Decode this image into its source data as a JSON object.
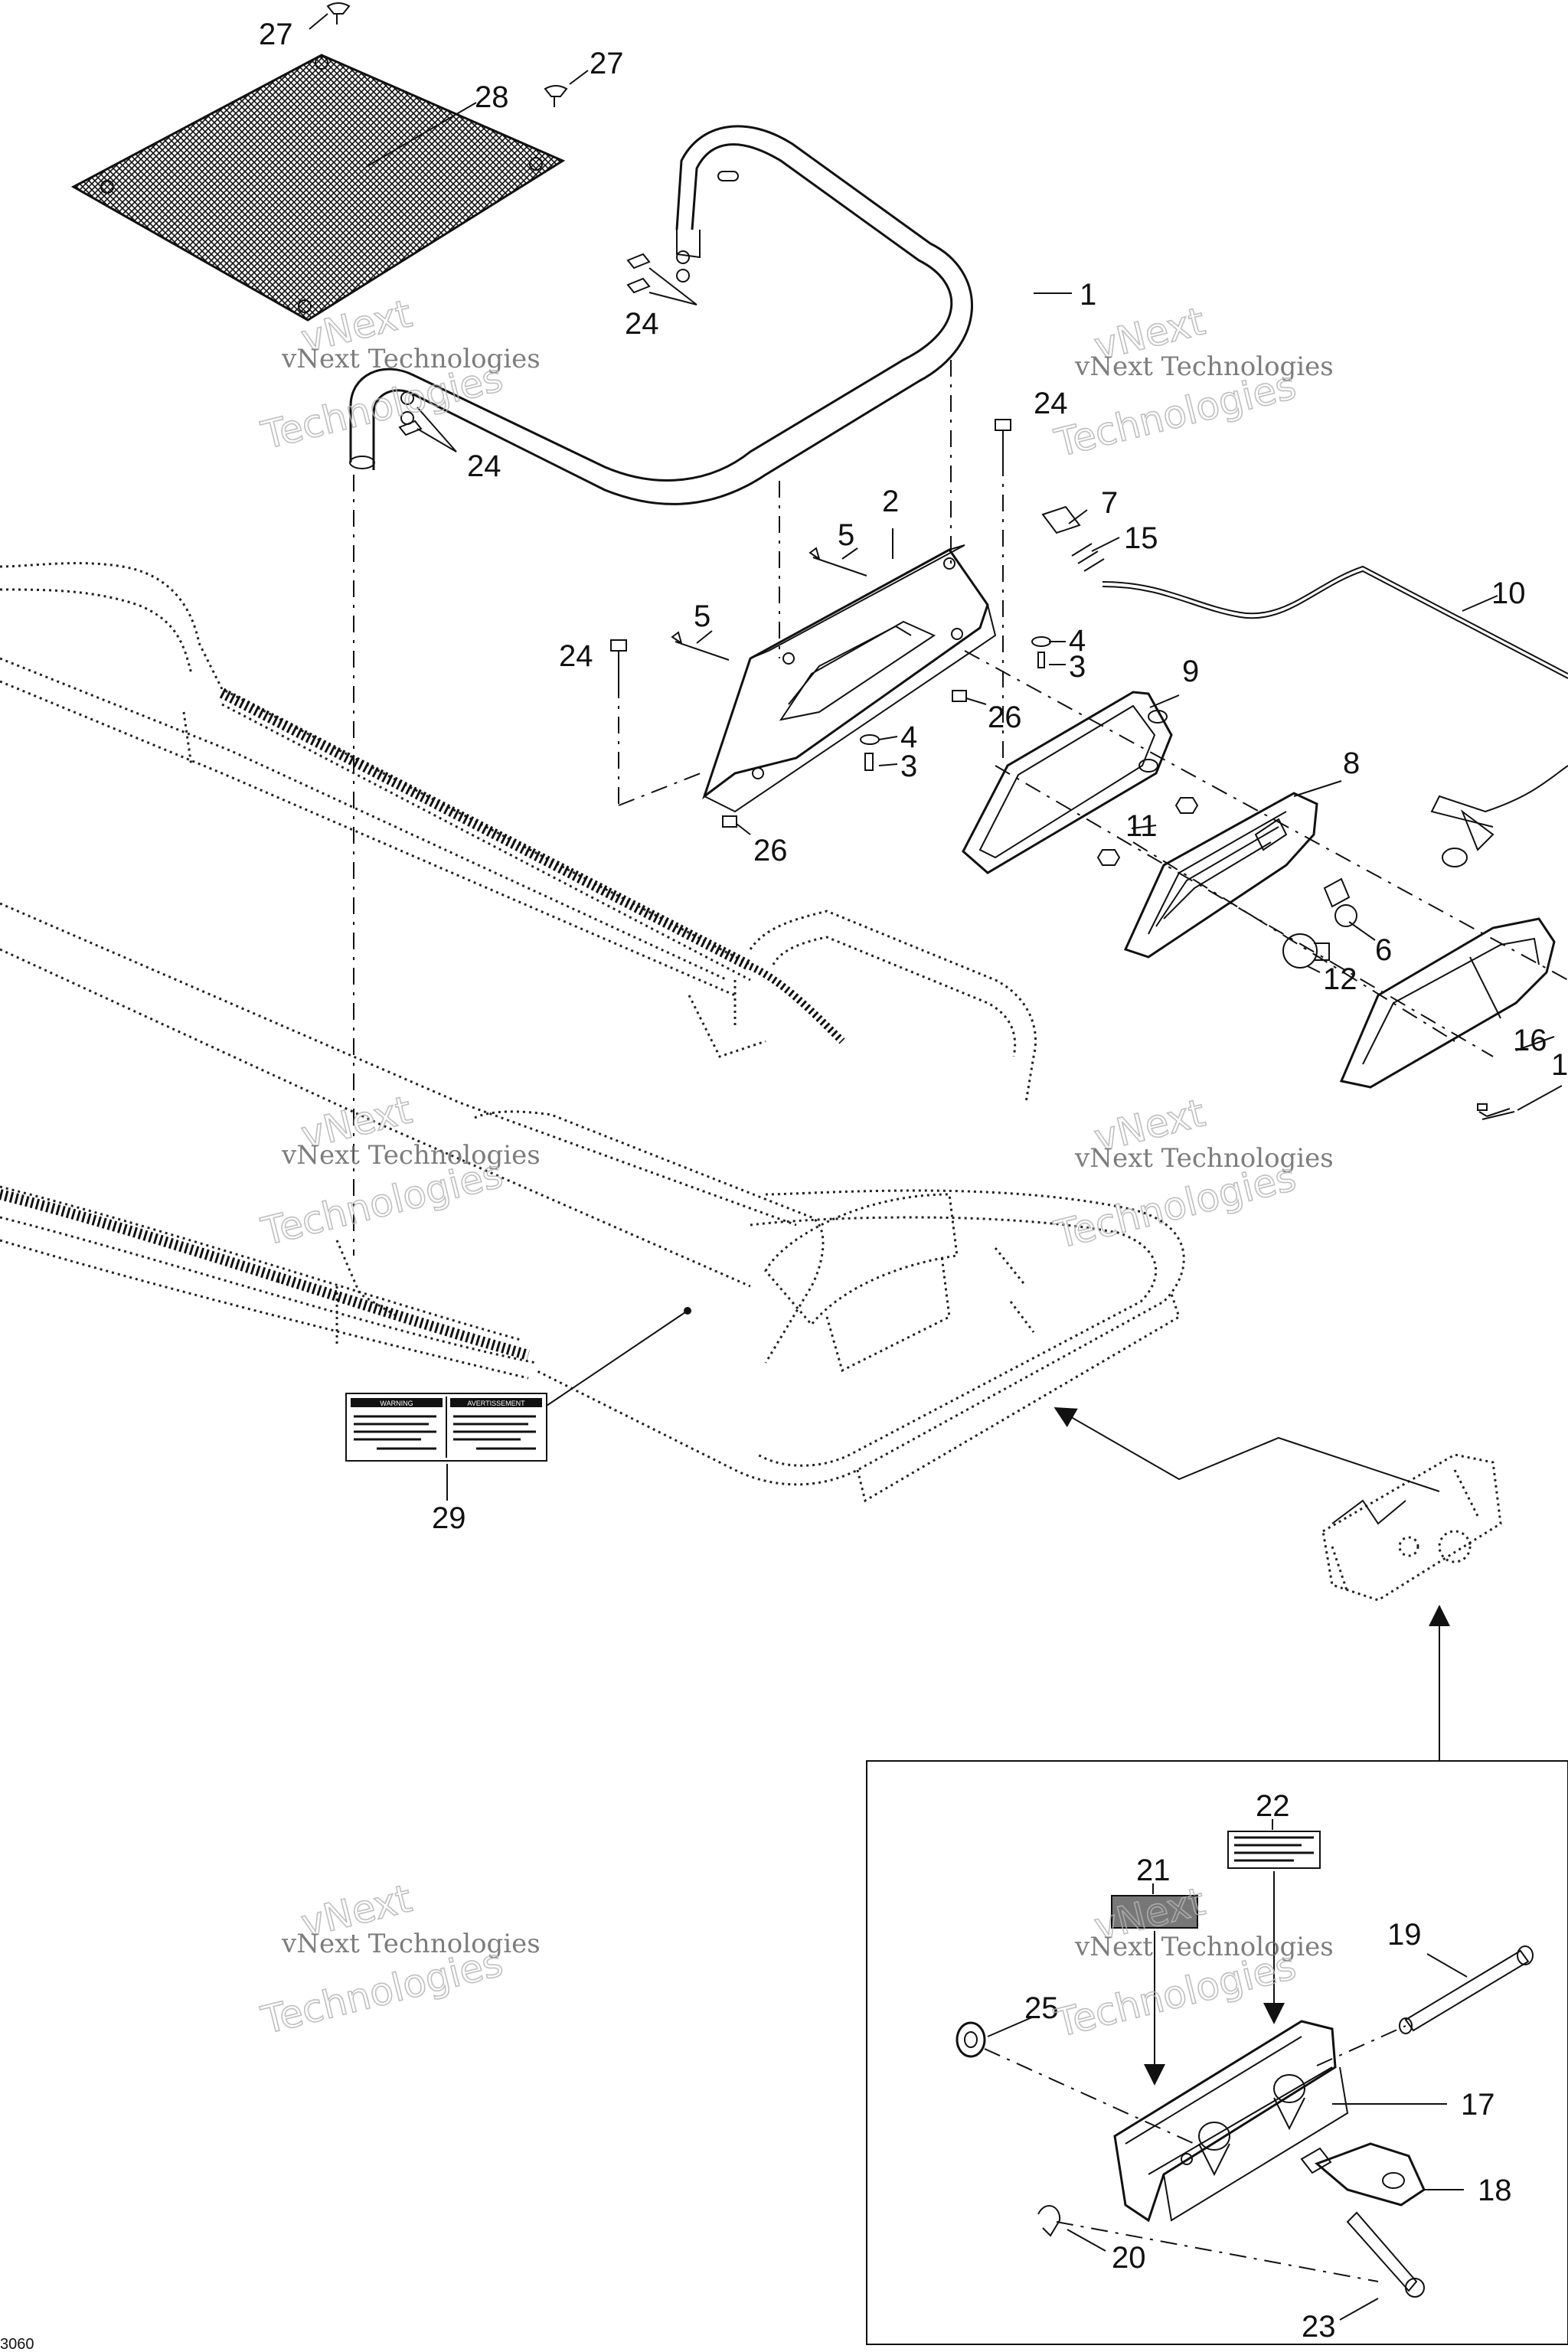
{
  "watermark": {
    "line1": "vNext",
    "line2": "Technologies",
    "line3": "vNext Technologies"
  },
  "callouts": [
    "1",
    "2",
    "3",
    "4",
    "5",
    "6",
    "7",
    "8",
    "9",
    "10",
    "11",
    "12",
    "15",
    "16",
    "17",
    "18",
    "19",
    "20",
    "21",
    "22",
    "23",
    "24",
    "25",
    "26",
    "27",
    "28",
    "29"
  ],
  "bottom_code": "3060",
  "decal_29": {
    "left_heading": "WARNING",
    "right_heading": "AVERTISSEMENT"
  },
  "colors": {
    "ink": "#111111",
    "watermark": "#9a9a9a"
  }
}
